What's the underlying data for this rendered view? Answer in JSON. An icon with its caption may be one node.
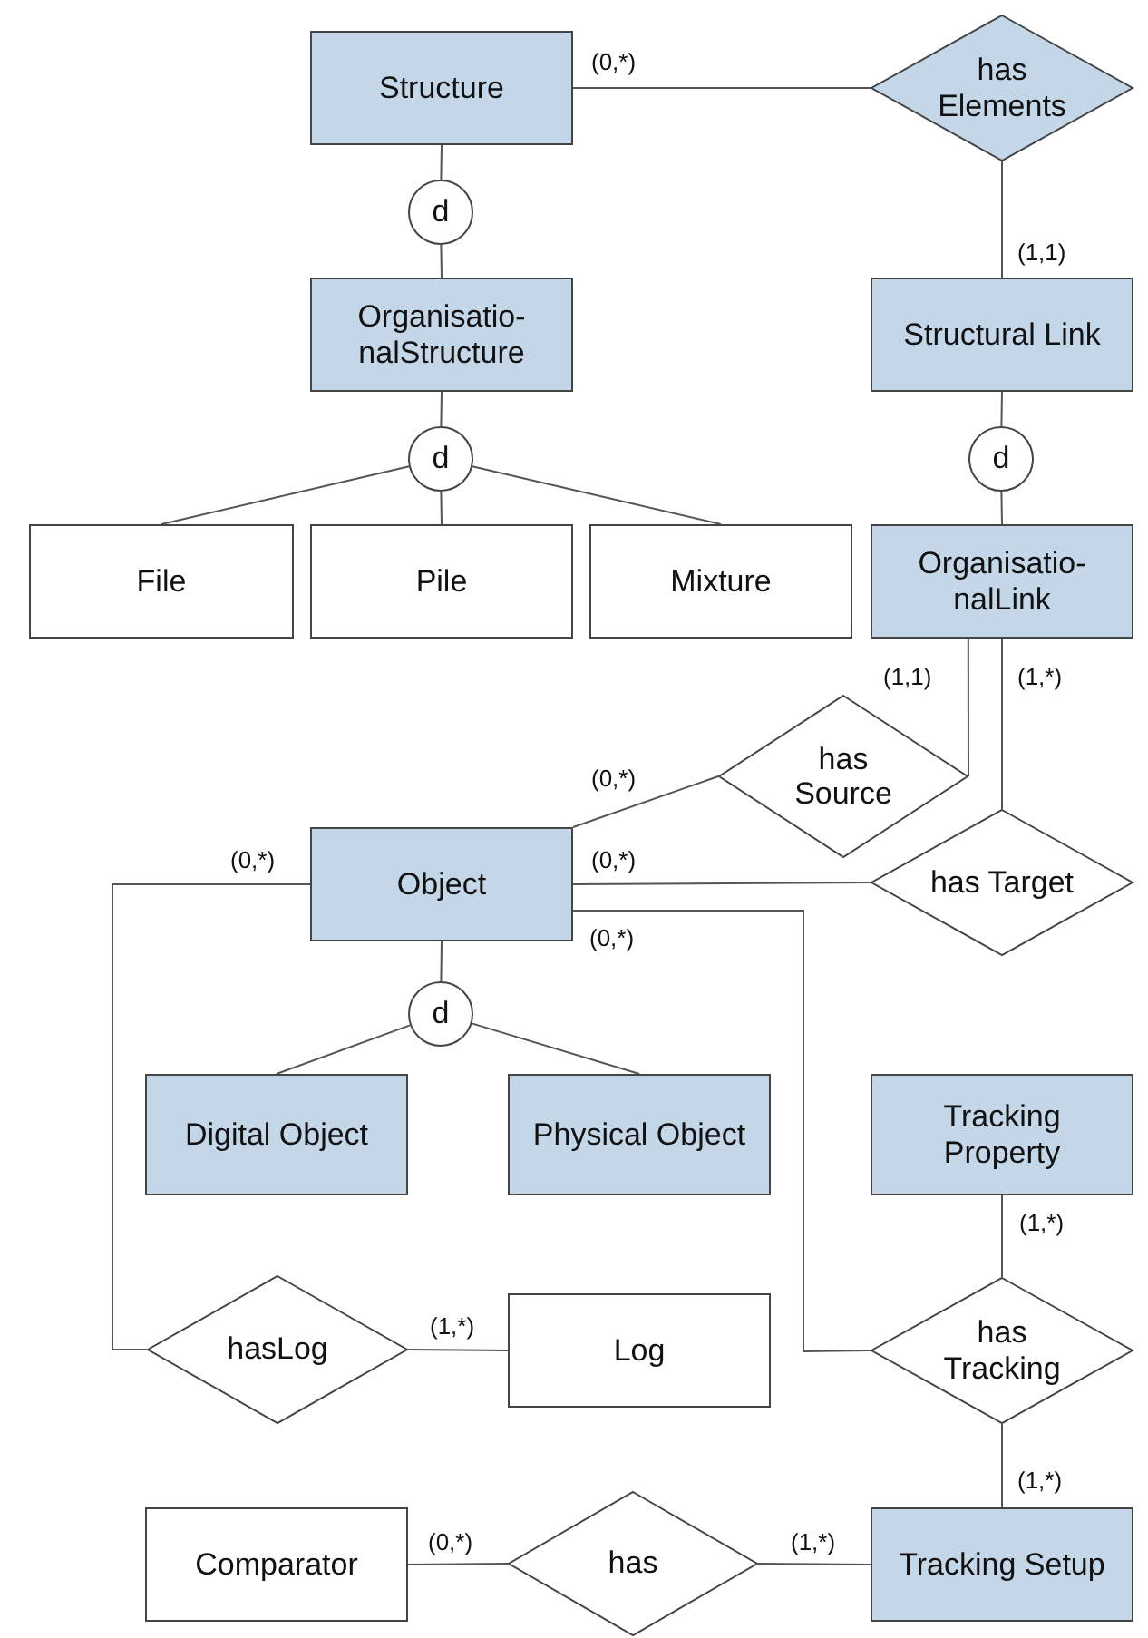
{
  "diagram": {
    "nodes": [
      {
        "text": [
          "Structure"
        ]
      },
      {
        "text": [
          "has Elements"
        ]
      },
      {
        "text": [
          "d"
        ]
      },
      {
        "text": [
          "Organisatio- nalStructure"
        ]
      },
      {
        "text": [
          "Structural Link"
        ]
      },
      {
        "text": [
          "d"
        ]
      },
      {
        "text": [
          "d"
        ]
      },
      {
        "text": [
          "File"
        ]
      },
      {
        "text": [
          "Pile"
        ]
      },
      {
        "text": [
          "Mixture"
        ]
      },
      {
        "text": [
          "Organisatio- nalLink"
        ]
      },
      {
        "text": [
          "has Source"
        ]
      },
      {
        "text": [
          "has Target"
        ]
      },
      {
        "text": [
          "Object"
        ]
      },
      {
        "text": [
          "d"
        ]
      },
      {
        "text": [
          "Digital Object"
        ]
      },
      {
        "text": [
          "Physical Object"
        ]
      },
      {
        "text": [
          "Tracking Property"
        ]
      },
      {
        "text": [
          "hasLog"
        ]
      },
      {
        "text": [
          "Log"
        ]
      },
      {
        "text": [
          "has Tracking"
        ]
      },
      {
        "text": [
          "Comparator"
        ]
      },
      {
        "text": [
          "has"
        ]
      },
      {
        "text": [
          "Tracking Setup"
        ]
      }
    ],
    "edges": [
      {
        "from": 0,
        "to": 1,
        "arrow": "none"
      },
      {
        "from": 0,
        "to": 2,
        "arrow": "none"
      },
      {
        "from": 2,
        "to": 3,
        "arrow": "none"
      },
      {
        "from": 1,
        "to": 4,
        "arrow": "none"
      },
      {
        "from": 3,
        "to": 5,
        "arrow": "none"
      },
      {
        "from": 5,
        "to": 7,
        "arrow": "none"
      },
      {
        "from": 5,
        "to": 8,
        "arrow": "none"
      },
      {
        "from": 5,
        "to": 9,
        "arrow": "none"
      },
      {
        "from": 4,
        "to": 6,
        "arrow": "none"
      },
      {
        "from": 6,
        "to": 10,
        "arrow": "none"
      },
      {
        "from": 10,
        "to": 11,
        "arrow": "none"
      },
      {
        "from": 10,
        "to": 12,
        "arrow": "none"
      },
      {
        "from": 13,
        "to": 11,
        "arrow": "none"
      },
      {
        "from": 13,
        "to": 12,
        "arrow": "none"
      },
      {
        "from": 13,
        "to": 14,
        "arrow": "none"
      },
      {
        "from": 14,
        "to": 15,
        "arrow": "none"
      },
      {
        "from": 14,
        "to": 16,
        "arrow": "none"
      },
      {
        "from": 13,
        "to": 18,
        "arrow": "none"
      },
      {
        "from": 18,
        "to": 19,
        "arrow": "none"
      },
      {
        "from": 13,
        "to": 20,
        "arrow": "none"
      },
      {
        "from": 17,
        "to": 20,
        "arrow": "none"
      },
      {
        "from": 20,
        "to": 23,
        "arrow": "none"
      },
      {
        "from": 21,
        "to": 22,
        "arrow": "none"
      },
      {
        "from": 22,
        "to": 23,
        "arrow": "none"
      }
    ],
    "labels": [
      "(0,*)",
      "(1,1)",
      "(1,1)",
      "(1,*)",
      "(0,*)",
      "(0,*)",
      "(0,*)",
      "(0,*)",
      "(1,*)",
      "(1,*)",
      "(1,*)",
      "(0,*)",
      "(1,*)"
    ]
  }
}
